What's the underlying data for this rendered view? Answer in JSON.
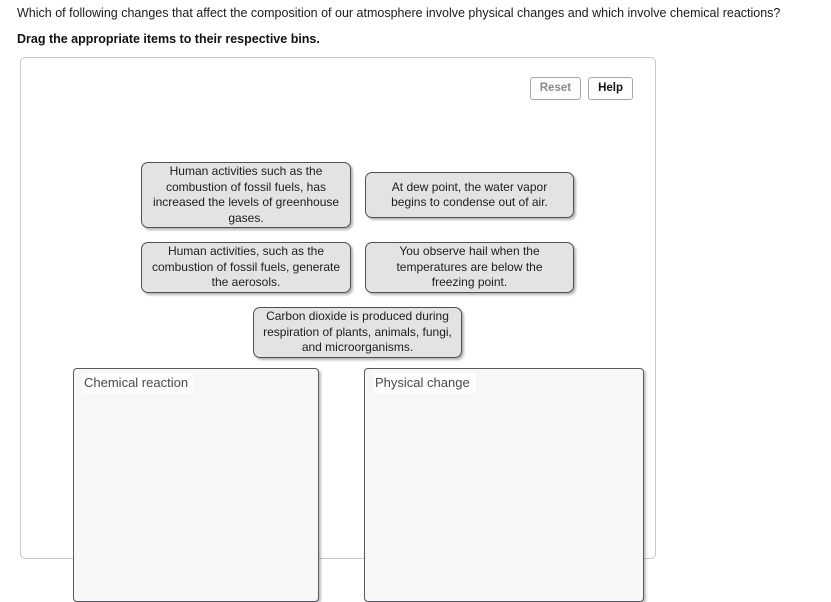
{
  "header": {
    "question": "Which of following changes that affect the composition of our atmosphere involve physical changes and which involve chemical reactions?",
    "instruction": "Drag the appropriate items to their respective bins."
  },
  "toolbar": {
    "reset_label": "Reset",
    "help_label": "Help"
  },
  "items": [
    {
      "text": "Human activities such as the combustion of fossil fuels, has increased the levels of greenhouse gases."
    },
    {
      "text": "At dew point, the water vapor begins to condense out of air."
    },
    {
      "text": "Human activities, such as the combustion of fossil fuels, generate the aerosols."
    },
    {
      "text": "You observe hail when the temperatures are below the freezing point."
    },
    {
      "text": "Carbon dioxide is produced during respiration of plants, animals, fungi, and microorganisms."
    }
  ],
  "bins": [
    {
      "label": "Chemical reaction",
      "contents": []
    },
    {
      "label": "Physical change",
      "contents": []
    }
  ],
  "colors": {
    "item_fill": "#e3e3e3",
    "item_border": "#4e4e5c",
    "bin_fill": "#f7f7f7",
    "bin_border": "#585866",
    "panel_border": "#c8c8c8",
    "reset_text": "#8b8b8b",
    "help_text": "#161616"
  }
}
